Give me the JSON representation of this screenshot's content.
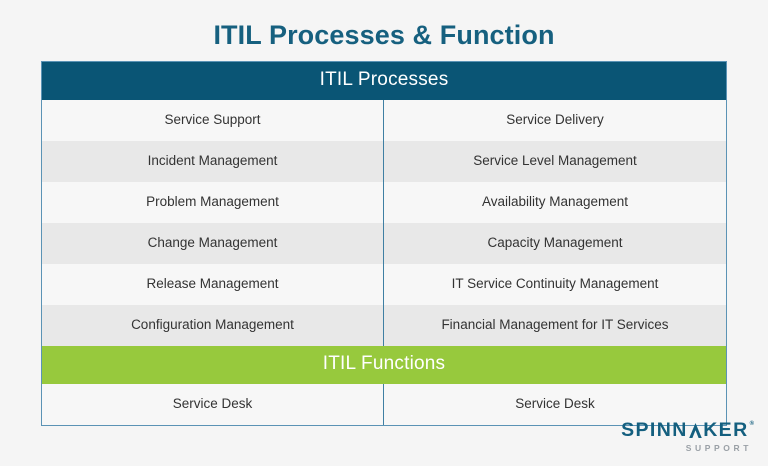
{
  "title": "ITIL Processes & Function",
  "colors": {
    "page_background": "#f5f5f5",
    "title": "#16607f",
    "processes_band": "#0a5575",
    "functions_band": "#97c93d",
    "table_border": "#5b93b5",
    "row_light": "#f7f7f7",
    "row_dark": "#e8e8e8",
    "cell_text": "#333333",
    "logo_primary": "#145f7f",
    "logo_secondary": "#9aa0a6"
  },
  "table": {
    "processes_band_label": "ITIL Processes",
    "functions_band_label": "ITIL Functions",
    "process_rows": [
      {
        "left": "Service Support",
        "right": "Service Delivery"
      },
      {
        "left": "Incident Management",
        "right": "Service Level Management"
      },
      {
        "left": "Problem Management",
        "right": "Availability Management"
      },
      {
        "left": "Change Management",
        "right": "Capacity Management"
      },
      {
        "left": "Release Management",
        "right": "IT Service Continuity Management"
      },
      {
        "left": "Configuration Management",
        "right": "Financial Management for IT Services"
      }
    ],
    "function_rows": [
      {
        "left": "Service Desk",
        "right": "Service Desk"
      }
    ]
  },
  "logo": {
    "name_part1": "SPINN",
    "name_part2": "KER",
    "sail_icon": "sail-triangle-icon",
    "registered_mark": "®",
    "tagline": "SUPPORT"
  }
}
